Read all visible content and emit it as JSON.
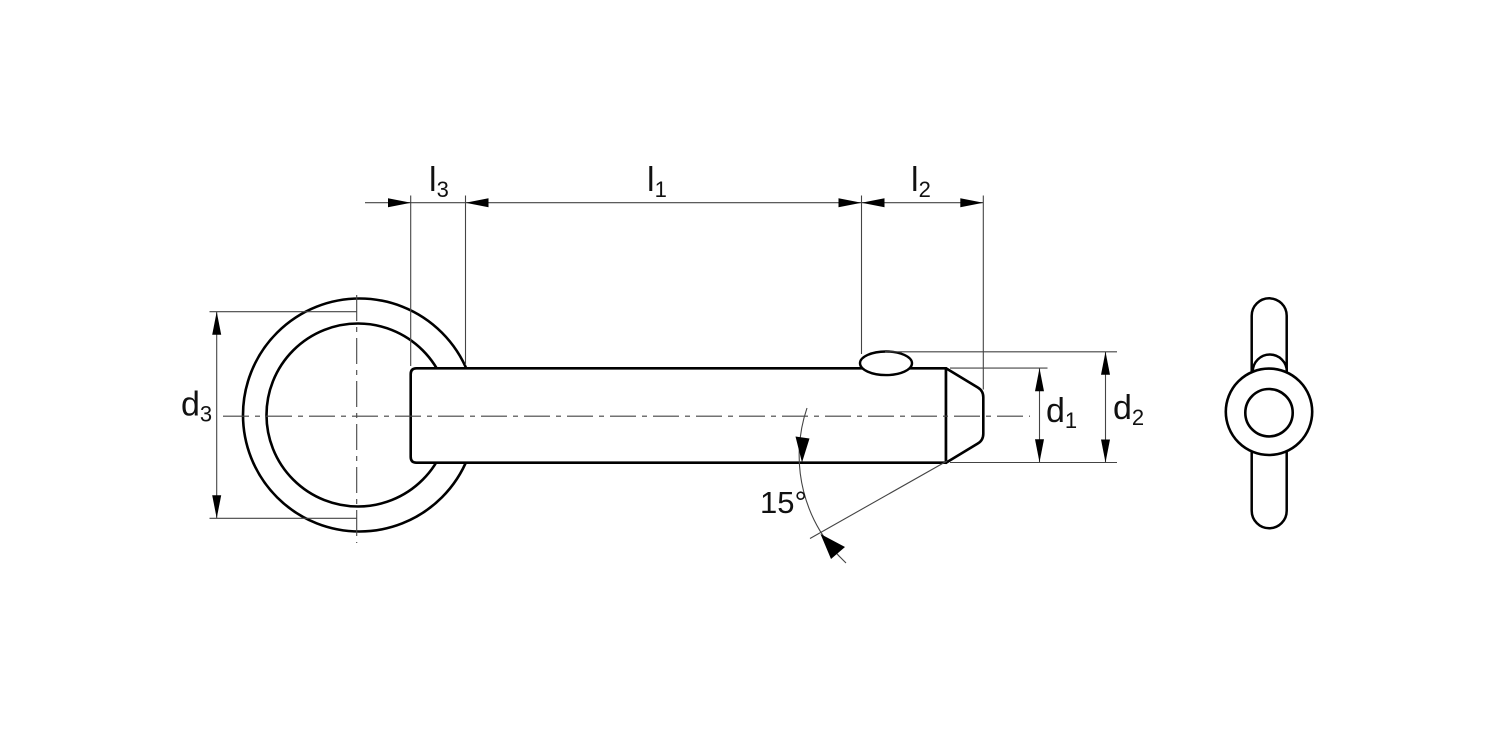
{
  "drawing": {
    "type": "technical-dimension-drawing",
    "subject": "ball-lock-pin-with-ring-handle",
    "views": {
      "main_view": "side view of pin with ring handle, detent ball and chamfered tip",
      "end_view": "end view of pin with ring seen edge-on"
    },
    "labels": {
      "l3": {
        "main": "l",
        "sub": "3"
      },
      "l1": {
        "main": "l",
        "sub": "1"
      },
      "l2": {
        "main": "l",
        "sub": "2"
      },
      "d3": {
        "main": "d",
        "sub": "3"
      },
      "d1": {
        "main": "d",
        "sub": "1"
      },
      "d2": {
        "main": "d",
        "sub": "2"
      },
      "chamfer_angle": "15°"
    },
    "colors": {
      "background": "#ffffff",
      "outline": "#000000",
      "thin_line": "#444444",
      "text": "#111111"
    }
  }
}
